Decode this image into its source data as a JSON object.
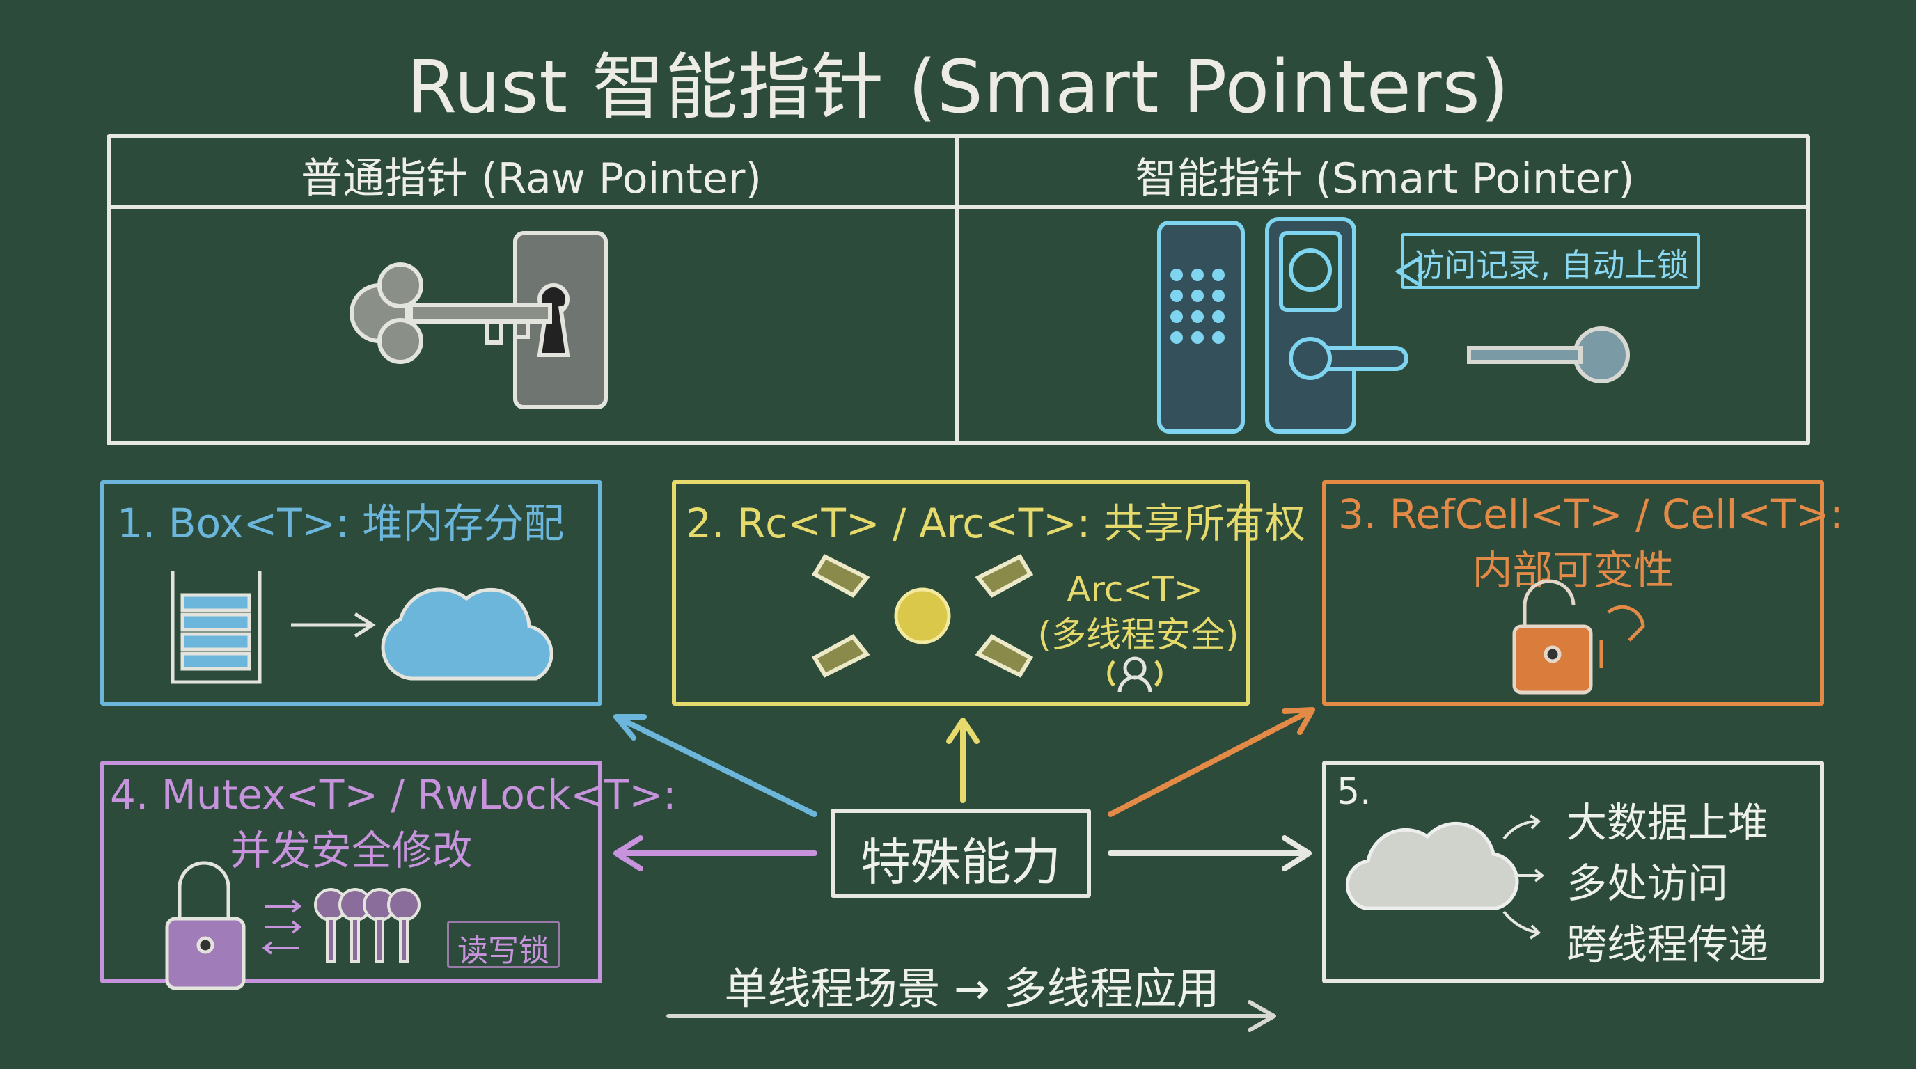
{
  "title": "Rust 智能指针 (Smart Pointers)",
  "comparison": {
    "raw_header": "普通指针 (Raw Pointer)",
    "smart_header": "智能指针 (Smart Pointer)",
    "smart_callout": "访问记录, 自动上锁"
  },
  "cards": [
    {
      "label": "1. Box<T>: 堆内存分配",
      "color": "#6cb6dc"
    },
    {
      "label": "2. Rc<T> / Arc<T>: 共享所有权",
      "sub1": "Arc<T>",
      "sub2": "(多线程安全)",
      "color": "#e6da6c"
    },
    {
      "label1": "3. RefCell<T> / Cell<T>:",
      "label2": "内部可变性",
      "color": "#e38a47"
    },
    {
      "label1": "4. Mutex<T> / RwLock<T>:",
      "label2": "并发安全修改",
      "badge": "读写锁",
      "color": "#c693dc"
    },
    {
      "label": "5.",
      "items": [
        "大数据上堆",
        "多处访问",
        "跨线程传递"
      ],
      "color": "#eeeee8"
    }
  ],
  "center": {
    "label": "特殊能力"
  },
  "footer": {
    "label": "单线程场景 → 多线程应用"
  }
}
